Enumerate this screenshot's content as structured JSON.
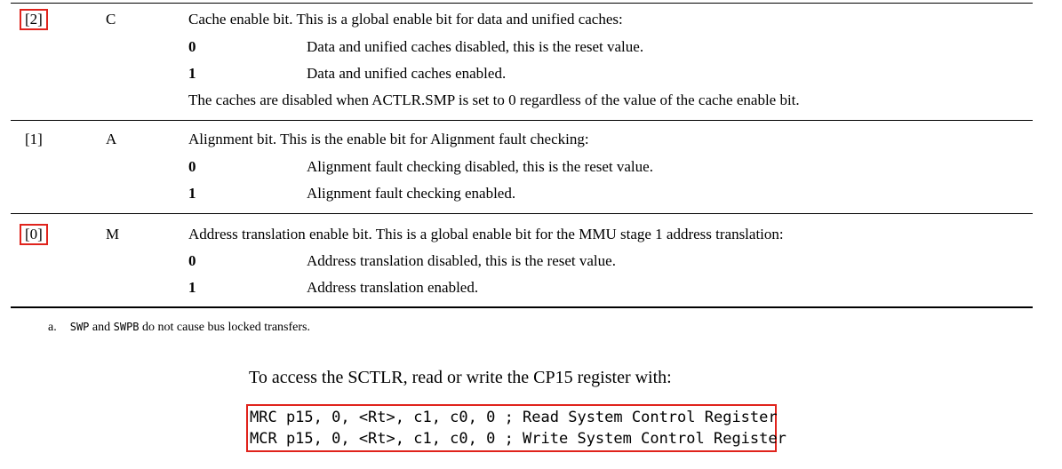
{
  "rows": [
    {
      "bits": "[2]",
      "name": "C",
      "description": "Cache enable bit. This is a global enable bit for data and unified caches:",
      "values": [
        {
          "value": "0",
          "text": "Data and unified caches disabled, this is the reset value."
        },
        {
          "value": "1",
          "text": "Data and unified caches enabled."
        }
      ],
      "extra": "The caches are disabled when ACTLR.SMP is set to 0 regardless of the value of the cache enable bit."
    },
    {
      "bits": "[1]",
      "name": "A",
      "description": "Alignment bit. This is the enable bit for Alignment fault checking:",
      "values": [
        {
          "value": "0",
          "text": "Alignment fault checking disabled, this is the reset value."
        },
        {
          "value": "1",
          "text": "Alignment fault checking enabled."
        }
      ]
    },
    {
      "bits": "[0]",
      "name": "M",
      "description": "Address translation enable bit. This is a global enable bit for the MMU stage 1 address translation:",
      "values": [
        {
          "value": "0",
          "text": "Address translation disabled, this is the reset value."
        },
        {
          "value": "1",
          "text": "Address translation enabled."
        }
      ]
    }
  ],
  "footnote": {
    "marker": "a.",
    "code1": "SWP",
    "and": "and",
    "code2": "SWPB",
    "text": "do not cause bus locked transfers."
  },
  "access_text": "To access the SCTLR, read or write the CP15 register with:",
  "code_lines": [
    "MRC p15, 0, <Rt>, c1, c0, 0 ; Read System Control Register",
    "MCR p15, 0, <Rt>, c1, c0, 0 ; Write System Control Register"
  ]
}
